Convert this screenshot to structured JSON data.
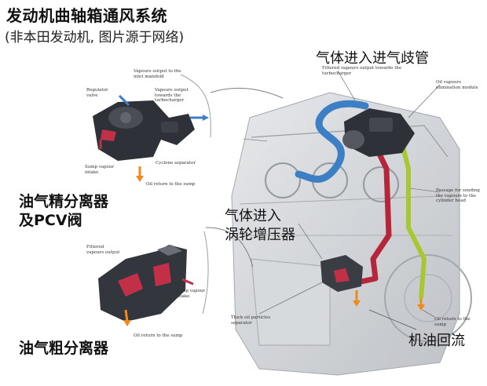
{
  "title": "发动机曲轴箱通风系统",
  "subtitle": "(非本田发动机, 图片源于网络)",
  "labels": {
    "fine_separator_line1": "油气精分离器",
    "fine_separator_line2": "及PCV阀",
    "coarse_separator": "油气粗分离器",
    "to_intake": "气体进入进气歧管",
    "to_turbo_line1": "气体进入",
    "to_turbo_line2": "涡轮增压器",
    "oil_return": "机油回流"
  },
  "callouts": {
    "vapours_inlet": "Vapours output to the inlet manifold",
    "regulator_valve": "Regulator valve",
    "vapours_turbo": "Vapours output towards the turbocharger",
    "cyclone_separator": "Cyclone separator",
    "sump_vapour_intake_1": "Sump vapour intake",
    "oil_return_sump_1": "Oil return to the sump",
    "filtered_turbo": "Filtered vapours output towards the turbocharger",
    "oil_vapours_module": "Oil vapours elimination module",
    "passage_cyl_head": "Passage for sending the vapours to the cylinder head",
    "filtered_output": "Filtered vapours output",
    "sump_vapour_intake_2": "Sump vapour intake",
    "oil_return_sump_2": "Oil return to the sump",
    "thick_oil": "Thick oil particles separator",
    "oil_return_sump_3": "Oil return to the sump"
  },
  "colors": {
    "blue_pipe": "#3d7fc4",
    "red_pipe": "#b5263a",
    "green_pipe": "#a8c832",
    "orange_arrow": "#f08a1c",
    "dark_part": "#2e3238",
    "engine_gray": "#c9ccd0"
  }
}
